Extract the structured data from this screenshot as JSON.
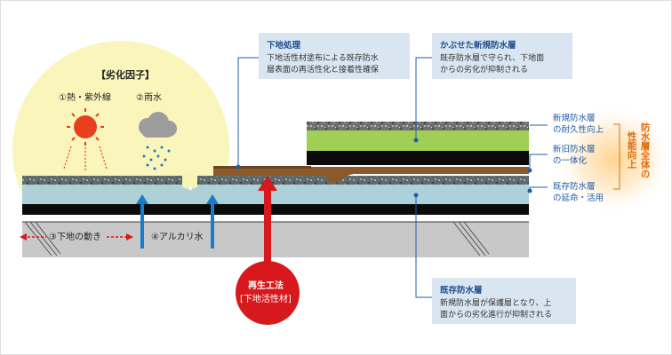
{
  "deterioration": {
    "title": "【劣化因子】",
    "heat_uv": "①熱・紫外線",
    "rain": "②雨水",
    "substrate_movement": "③下地の動き",
    "alkali_water": "④アルカリ水"
  },
  "method_label": {
    "line1": "再生工法",
    "line2": "[下地活性材]"
  },
  "boxes": {
    "substrate_treatment": {
      "title": "下地処理",
      "text": "下地活性材塗布による既存防水\n層表面の再活性化と接着性確保"
    },
    "new_layer_cover": {
      "title": "かぶせた新規防水層",
      "text": "既存防水層で守られ、下地面\nからの劣化が抑制される"
    },
    "existing_layer": {
      "title": "既存防水層",
      "text": "新規防水層が保護層となり、上\n面からの劣化進行が抑制される"
    }
  },
  "right_labels": {
    "durability": [
      "新規防水層",
      "の耐久性向上"
    ],
    "integration": [
      "新旧防水層",
      "の一体化"
    ],
    "extension": [
      "既存防水層",
      "の延命・活用"
    ],
    "overall": [
      "防水層全体の",
      "性能向上"
    ]
  },
  "colors": {
    "new_membrane": "#9fd055",
    "activator": "#8b5a2b",
    "existing_membrane": "#a9cfd8",
    "arrow_red": "#d7191d",
    "arrow_blue": "#1a7cc8",
    "label_blue": "#1f5ea8",
    "accent_orange": "#e36c0a"
  }
}
